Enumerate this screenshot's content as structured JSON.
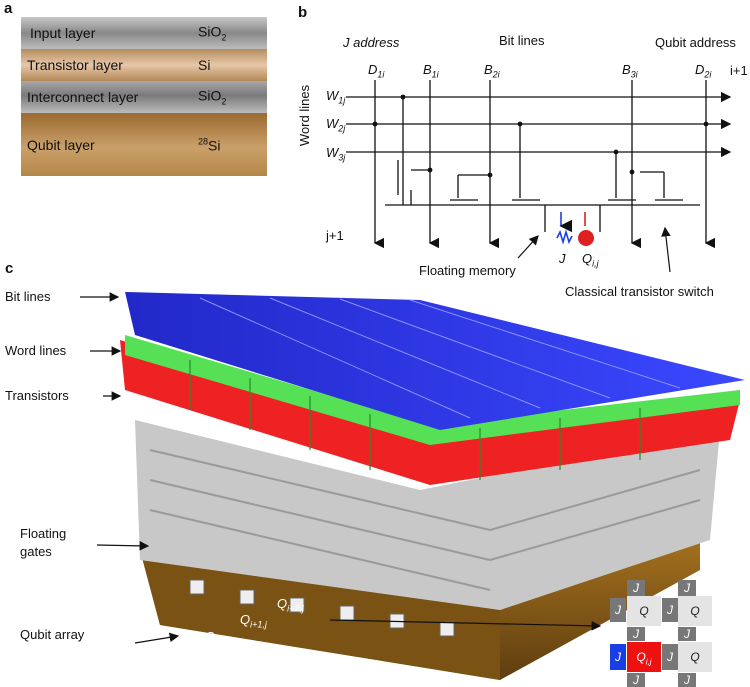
{
  "panel_a": {
    "letter": "a",
    "layers": [
      {
        "name": "Input layer",
        "material": "SiO",
        "sub": "2",
        "sup": "",
        "color": "#9a9a9a"
      },
      {
        "name": "Transistor layer",
        "material": "Si",
        "sub": "",
        "sup": "",
        "color": "#caa078"
      },
      {
        "name": "Interconnect layer",
        "material": "SiO",
        "sub": "2",
        "sup": "",
        "color": "#9a9a9a"
      },
      {
        "name": "Qubit layer",
        "material": "Si",
        "sub": "",
        "sup": "28",
        "color": "#b08040"
      }
    ]
  },
  "panel_b": {
    "letter": "b",
    "j_address": "J address",
    "bit_lines": "Bit lines",
    "qubit_address": "Qubit address",
    "word_lines": "Word lines",
    "i_plus_1": "i+1",
    "j_plus_1": "j+1",
    "columns": [
      {
        "base": "D",
        "sub": "1i"
      },
      {
        "base": "B",
        "sub": "1i"
      },
      {
        "base": "B",
        "sub": "2i"
      },
      {
        "base": "B",
        "sub": "3i"
      },
      {
        "base": "D",
        "sub": "2i"
      }
    ],
    "rows": [
      {
        "base": "W",
        "sub": "1j"
      },
      {
        "base": "W",
        "sub": "2j"
      },
      {
        "base": "W",
        "sub": "3j"
      }
    ],
    "j_label": "J",
    "q_label_base": "Q",
    "q_label_sub": "i,j",
    "floating_memory": "Floating memory",
    "transistor_switch": "Classical transistor switch"
  },
  "panel_c": {
    "letter": "c",
    "labels": [
      "Bit lines",
      "Word lines",
      "Transistors",
      "Floating gates",
      "Qubit array"
    ],
    "qubit_labels": [
      {
        "base": "Q",
        "sub": "i,j"
      },
      {
        "base": "Q",
        "sub": "i+1,j"
      },
      {
        "base": "Q",
        "sub": "i+2,j"
      }
    ],
    "colors": {
      "bit_lines": "#2a33d8",
      "word_lines": "#55e055",
      "transistors": "#ee2222",
      "gates": "#d8d8d8",
      "substrate": "#8a5a1c"
    },
    "inset": {
      "j": "J",
      "q": "Q",
      "q_ij_base": "Q",
      "q_ij_sub": "i,j",
      "highlight_q": "#e11",
      "highlight_j": "#1a3ee6"
    }
  }
}
